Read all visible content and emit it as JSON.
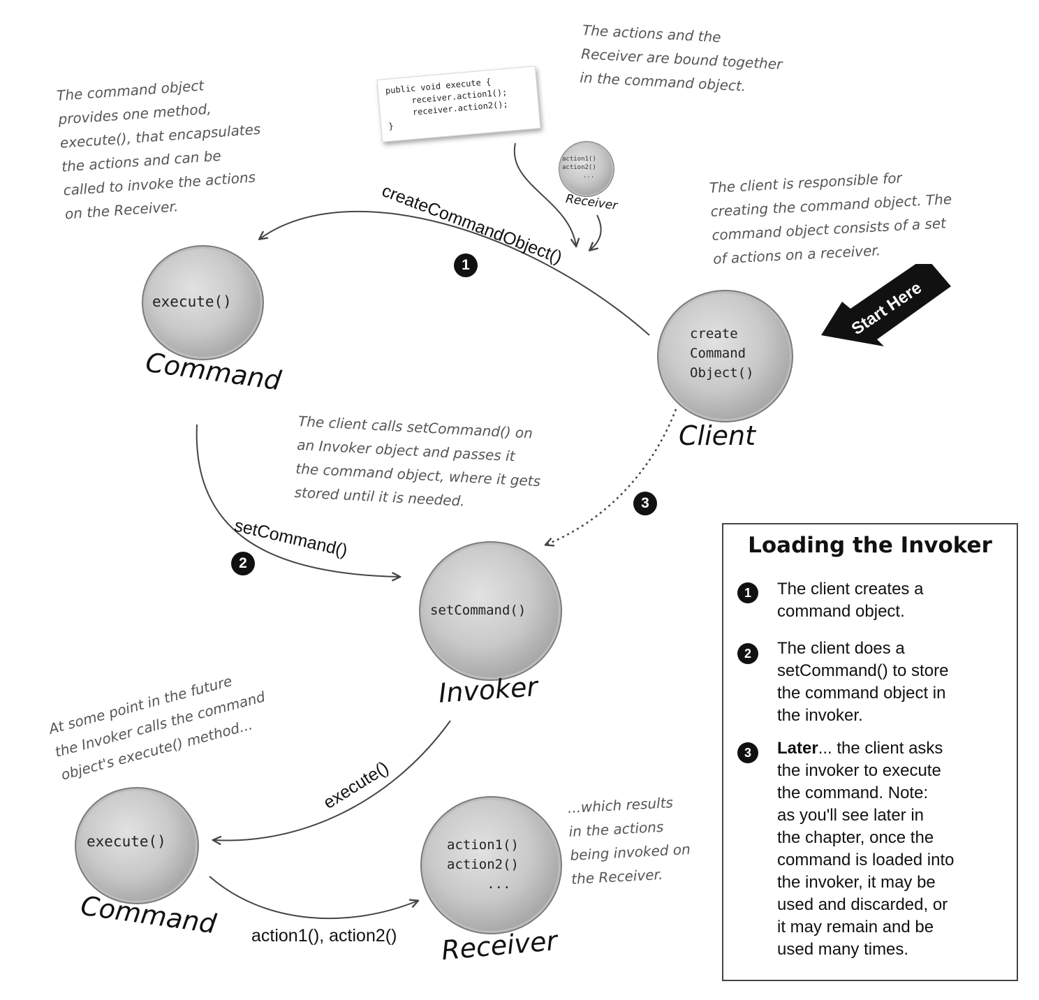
{
  "notes": {
    "command_object": [
      "The command object",
      "provides one method,",
      "execute(), that encapsulates",
      "the actions and can be",
      "called to invoke the actions",
      "on the Receiver."
    ],
    "bound_together": [
      "The actions and the",
      "Receiver are bound together",
      "in the command object."
    ],
    "client_responsible": [
      "The client is responsible for",
      "creating the command object.  The",
      "command object consists of a set",
      "of actions on a receiver."
    ],
    "client_calls": [
      "The client calls setCommand() on",
      "an Invoker object and passes it",
      "the command object, where it gets",
      "stored until it is needed."
    ],
    "future": [
      "At some point in the future",
      "the Invoker calls the command",
      "object's execute() method..."
    ],
    "results": [
      "...which results",
      "in the actions",
      "being invoked on",
      "the Receiver."
    ]
  },
  "code_card": [
    "public void execute {",
    "     receiver.action1();",
    "     receiver.action2();",
    "}"
  ],
  "mini_receiver": {
    "lines": [
      "action1()",
      "action2()",
      "..."
    ],
    "label": "Receiver"
  },
  "objects": {
    "command_top": {
      "text": "execute()",
      "label": "Command"
    },
    "client": {
      "text": "create\nCommand\nObject()",
      "label": "Client"
    },
    "invoker": {
      "text": "setCommand()",
      "label": "Invoker"
    },
    "command_bottom": {
      "text": "execute()",
      "label": "Command"
    },
    "receiver": {
      "text": "action1()\naction2()\n     ...",
      "label": "Receiver"
    }
  },
  "methods": {
    "create_command_object": "createCommandObject()",
    "set_command": "setCommand()",
    "execute": "execute()",
    "actions": "action1(), action2()"
  },
  "start_here": "Start Here",
  "badges": [
    "1",
    "2",
    "3"
  ],
  "legend": {
    "title": "Loading the Invoker",
    "steps": [
      {
        "number": "1",
        "lines": [
          "The client creates a",
          "command object."
        ]
      },
      {
        "number": "2",
        "lines": [
          "The client does a",
          "setCommand() to store",
          "the command object in",
          "the invoker."
        ]
      },
      {
        "number": "3",
        "lead": "Later",
        "first_rest": "... the client asks",
        "lines": [
          "the invoker to execute",
          "the command. Note:",
          "as you'll see later in",
          "the chapter, once the",
          "command is loaded into",
          "the invoker, it may be",
          "used and discarded, or",
          "it may remain and be",
          "used many times."
        ]
      }
    ]
  }
}
